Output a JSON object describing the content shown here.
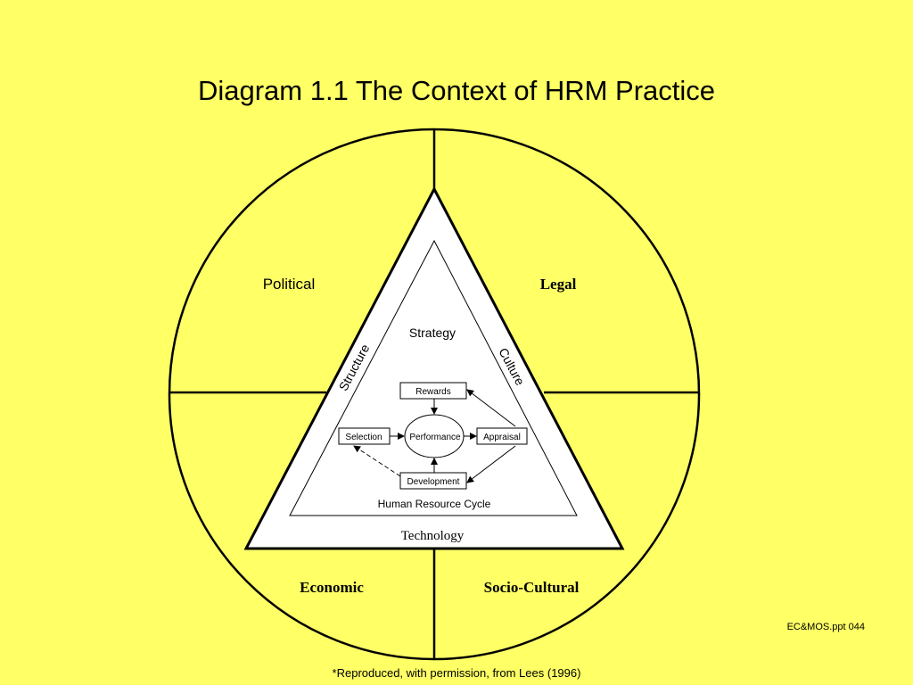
{
  "slide": {
    "title": "Diagram 1.1 The Context of HRM Practice",
    "reference": "EC&MOS.ppt 044",
    "footnote": "*Reproduced, with permission, from Lees (1996)"
  },
  "quadrants": {
    "political": "Political",
    "legal": "Legal",
    "economic": "Economic",
    "socio_cultural": "Socio-Cultural"
  },
  "triangle": {
    "left_side": "Structure",
    "right_side": "Culture",
    "bottom": "Technology",
    "inner_top": "Strategy",
    "inner_bottom": "Human Resource Cycle"
  },
  "cycle": {
    "rewards": "Rewards",
    "selection": "Selection",
    "performance": "Performance",
    "appraisal": "Appraisal",
    "development": "Development"
  },
  "colors": {
    "background": "#FFFF66",
    "stroke": "#000000",
    "fill": "#FFFFFF"
  }
}
